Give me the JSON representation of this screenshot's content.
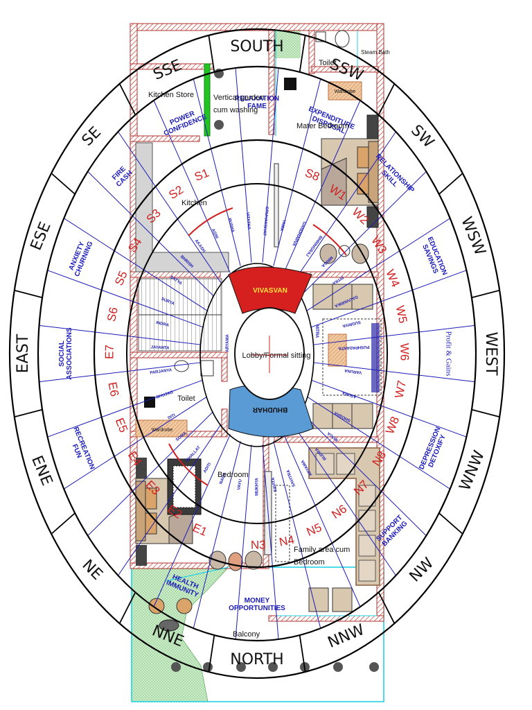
{
  "colors": {
    "ring_outer": "#000000",
    "sector_lines": "#1a1ab8",
    "zone_text": "#d02020",
    "wall_hatch": "#c0392b",
    "balcony_outline": "#22d3e6",
    "vivasvan_fill": "#d62020",
    "bhudhar_fill": "#5b9bd5",
    "garden_green": "#22c322",
    "lawn_fill": "#b6e0b0",
    "furniture_fill": "#d8c8b0"
  },
  "directions": [
    "SOUTH",
    "SSW",
    "SW",
    "WSW",
    "WEST",
    "WNW",
    "NW",
    "NNW",
    "NORTH",
    "NNE",
    "NE",
    "ENE",
    "EAST",
    "ESE",
    "SE",
    "SSE"
  ],
  "zone_meanings": {
    "south": "RELAXATION FAME",
    "ssw": "EXPENDITURE DISPOSAL",
    "sw": "RELATIONSHIP SKILL",
    "wsw": "EDUCATION SAVINGS",
    "west": "Profit & Gains",
    "wnw": "DEPRESSION DETOXIFY",
    "nw": "SUPPORT BANKING",
    "north": "MONEY OPPORTUNITIES",
    "nne": "HEALTH IMMUNITY",
    "ene": "RECREATION FUN",
    "east": "SOCIAL ASSOCIATIONS",
    "ese": "ANXIETY CHURNING",
    "se": "FIRE CASH",
    "sse": "POWER CONFIDENCE"
  },
  "zones_left": [
    "S1",
    "S2",
    "S3",
    "S4",
    "S5",
    "S6",
    "E7",
    "E6",
    "E5",
    "E4",
    "E3",
    "E2",
    "E1"
  ],
  "zones_right": [
    "S8",
    "W1",
    "W2",
    "W3",
    "W4",
    "W5",
    "W6",
    "W7",
    "W8",
    "N8",
    "N7",
    "N6",
    "N5",
    "N4",
    "N3"
  ],
  "deities": [
    "MUKHYA",
    "VAYU",
    "NAGA",
    "ADITI",
    "BHALLAT",
    "SOMA",
    "DITI",
    "BHUJAG",
    "PARJANYA",
    "JAYANTA",
    "INDRA",
    "SURYA",
    "SATYA",
    "BHRISH",
    "AKASH",
    "AGNI",
    "PUSHA",
    "VITATHA",
    "GRUHAKSHAT",
    "YAMA",
    "GANDHARVA",
    "BHRINGRAJ",
    "MRIGA",
    "PITRA",
    "DAUVARIKA",
    "SUGRIVA",
    "PUSHPADANTA",
    "VARUNA",
    "ASURA",
    "SHOSHA",
    "ROGA",
    "RUDRA",
    "ARYAMA",
    "SAVITRA",
    "SAVITA"
  ],
  "center": {
    "top": "VIVASVAN",
    "bottom": "BHUDHAR",
    "label": "Lobby/Formal sitting",
    "left": "ARYAMA",
    "right": "MITRA"
  },
  "rooms": {
    "kitchen_store": "Kitchen Store",
    "vertical_garden": "Vertical garden",
    "cum_washing": "cum washing",
    "toilet_top": "Toilet",
    "steam_bath": "Steam Bath",
    "wardrobe_top": "Wardrobe",
    "master_bedroom": "Mater Bedroom",
    "kitchen": "Kitchen",
    "toilet_left": "Toilet",
    "wardrobe_left": "Wardrobe",
    "bedroom": "Bedroom",
    "family_area": "Family area cum",
    "family_bedroom": "Bedroom",
    "balcony": "Balcony"
  }
}
